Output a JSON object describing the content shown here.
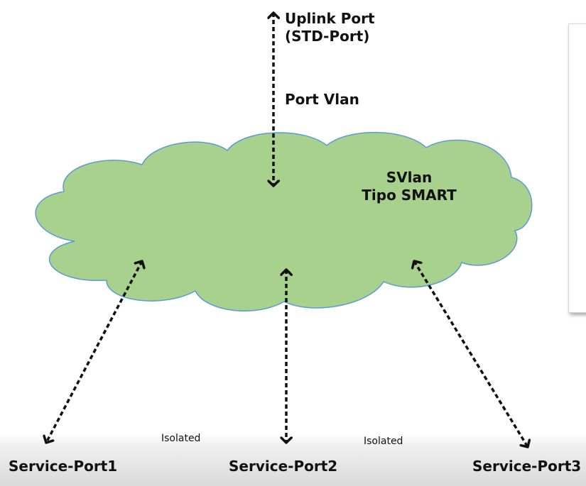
{
  "labels": {
    "uplink_line1": "Uplink Port",
    "uplink_line2": "(STD-Port)",
    "port_vlan": "Port Vlan",
    "svlan_line1": "SVlan",
    "svlan_line2": "Tipo SMART",
    "isolated_left": "Isolated",
    "isolated_right": "Isolated",
    "service_port1": "Service-Port1",
    "service_port2": "Service-Port2",
    "service_port3": "Service-Port3"
  },
  "colors": {
    "cloud_fill": "#a9d18e",
    "cloud_stroke": "#5b9bd5",
    "arrow": "#111111"
  }
}
